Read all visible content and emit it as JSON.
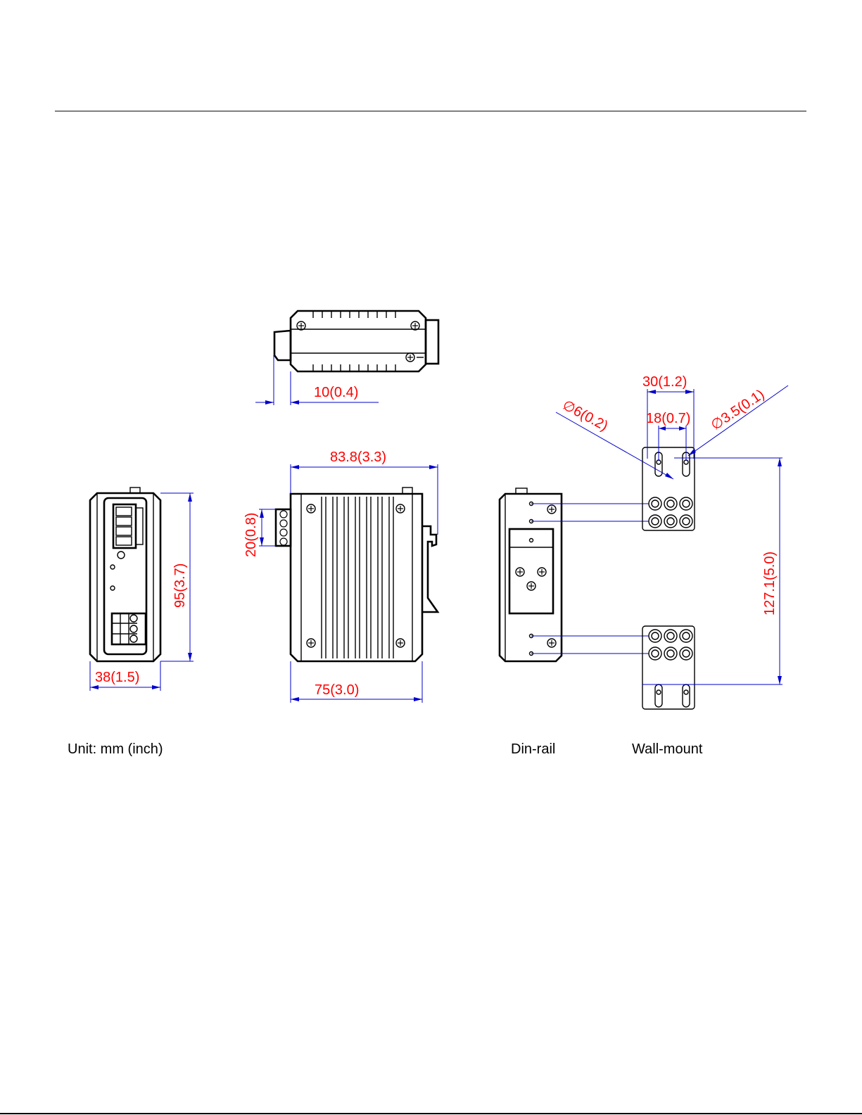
{
  "dimensions": {
    "top_connector_offset": "10(0.4)",
    "side_length": "83.8(3.3)",
    "terminal_height": "20(0.8)",
    "base_length": "75(3.0)",
    "front_height": "95(3.7)",
    "front_width": "38(1.5)",
    "mount_spacing_outer": "30(1.2)",
    "mount_spacing_inner": "18(0.7)",
    "hole_large_dia": "∅6(0.2)",
    "hole_small_dia": "∅3.5(0.1)",
    "mount_height": "127.1(5.0)"
  },
  "captions": {
    "unit": "Unit: mm (inch)",
    "din_rail": "Din-rail",
    "wall_mount": "Wall-mount"
  },
  "colors": {
    "dimension_text": "#ff0000",
    "dimension_line": "#0000cc",
    "outline": "#000000"
  }
}
